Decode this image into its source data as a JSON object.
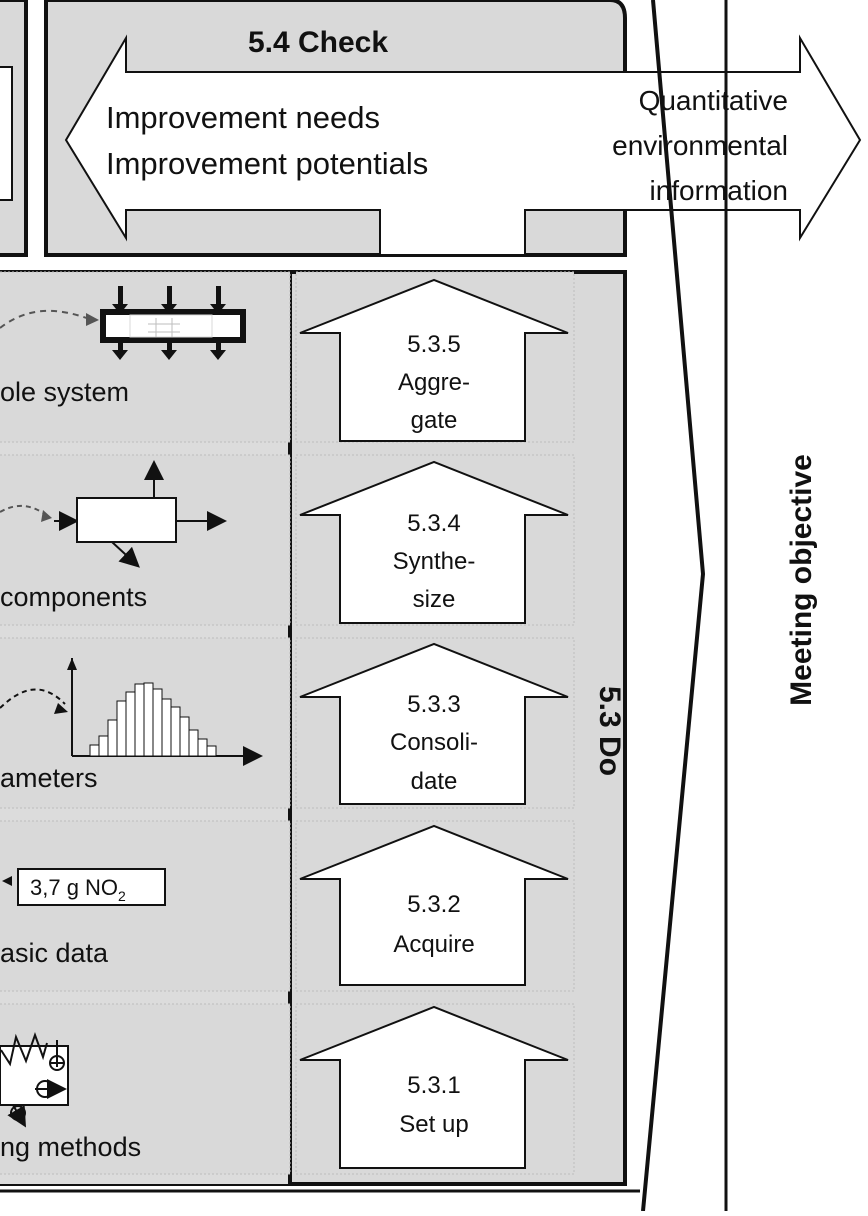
{
  "check_section": {
    "title": "5.4 Check",
    "left_lines": [
      "Improvement needs",
      "Improvement potentials"
    ],
    "right_lines": [
      "Quantitative",
      "environmental",
      "information"
    ]
  },
  "do_section": {
    "title": "5.3 Do",
    "steps": [
      {
        "id": "5.3.5",
        "lines": [
          "5.3.5",
          "Aggre-",
          "gate"
        ],
        "left_label": "ole system"
      },
      {
        "id": "5.3.4",
        "lines": [
          "5.3.4",
          "Synthe-",
          "size"
        ],
        "left_label": "components"
      },
      {
        "id": "5.3.3",
        "lines": [
          "5.3.3",
          "Consoli-",
          "date"
        ],
        "left_label": "ameters"
      },
      {
        "id": "5.3.2",
        "lines": [
          "5.3.2",
          "Acquire"
        ],
        "left_label": "asic data",
        "data_box_text": "3,7 g NO",
        "data_box_subscript": "2"
      },
      {
        "id": "5.3.1",
        "lines": [
          "5.3.1",
          "Set up"
        ],
        "left_label": "ng methods"
      }
    ]
  },
  "meeting_objective": "Meeting objective",
  "colors": {
    "panel_gray": "#d9d9d9",
    "line_black": "#111111",
    "white": "#ffffff"
  }
}
